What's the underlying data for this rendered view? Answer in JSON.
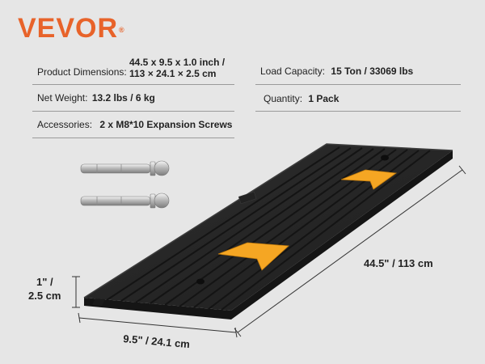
{
  "brand": {
    "name": "VEVOR",
    "mark": "®",
    "color": "#e8632a"
  },
  "specs": {
    "product_dimensions": {
      "label": "Product Dimensions:",
      "value_line1": "44.5 x 9.5  x 1.0 inch /",
      "value_line2": "113 × 24.1 × 2.5 cm"
    },
    "load_capacity": {
      "label": "Load Capacity:",
      "value": "15 Ton / 33069 lbs"
    },
    "net_weight": {
      "label": "Net Weight:",
      "value": "13.2 lbs / 6 kg"
    },
    "quantity": {
      "label": "Quantity:",
      "value": "1 Pack"
    },
    "accessories": {
      "label": "Accessories:",
      "value": "2 x M8*10 Expansion Screws"
    }
  },
  "dimensions": {
    "height_line1": "1\" /",
    "height_line2": "2.5 cm",
    "width": "9.5\" / 24.1 cm",
    "length": "44.5\" / 113 cm"
  },
  "colors": {
    "background": "#e6e6e6",
    "ramp": "#2a2a2a",
    "arrow": "#f5a623",
    "text": "#222222"
  }
}
